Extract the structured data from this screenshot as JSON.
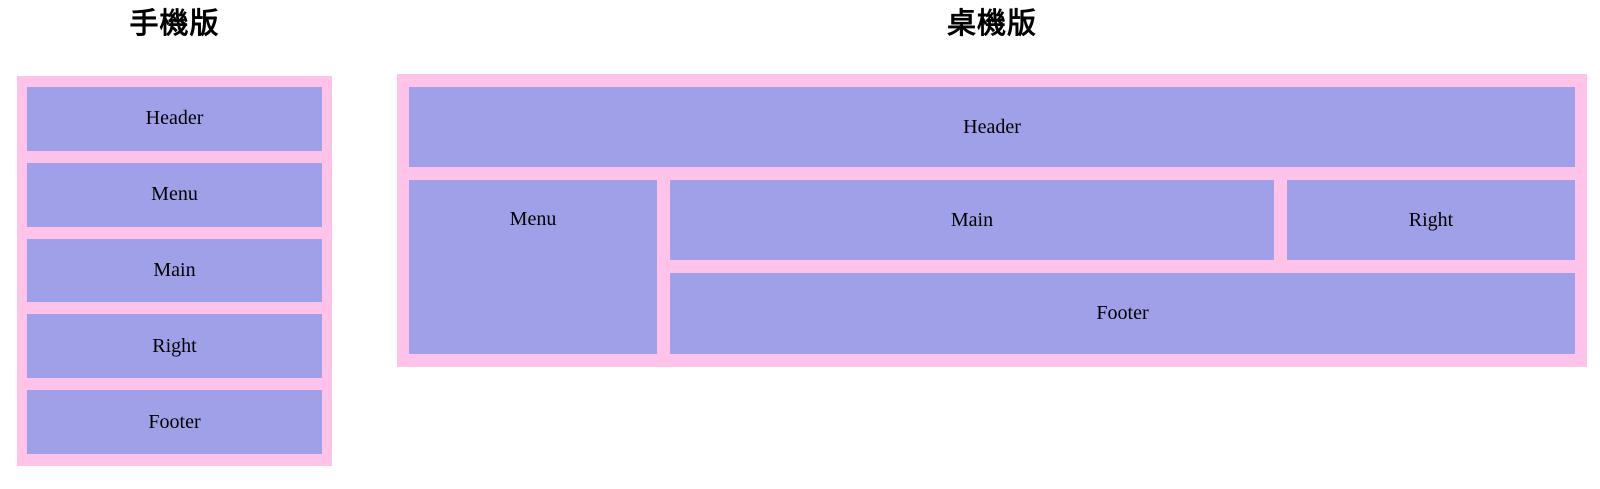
{
  "colors": {
    "canvas_background": "#ffffff",
    "container_pink": "#ffc2e8",
    "box_purple": "#a0a0e8",
    "label_text": "#000000",
    "title_text": "#000000"
  },
  "mobile": {
    "title": "手機版",
    "boxes": [
      {
        "label": "Header"
      },
      {
        "label": "Menu"
      },
      {
        "label": "Main"
      },
      {
        "label": "Right"
      },
      {
        "label": "Footer"
      }
    ]
  },
  "desktop": {
    "title": "桌機版",
    "areas": {
      "header": "Header",
      "menu": "Menu",
      "main": "Main",
      "right": "Right",
      "footer": "Footer"
    }
  }
}
